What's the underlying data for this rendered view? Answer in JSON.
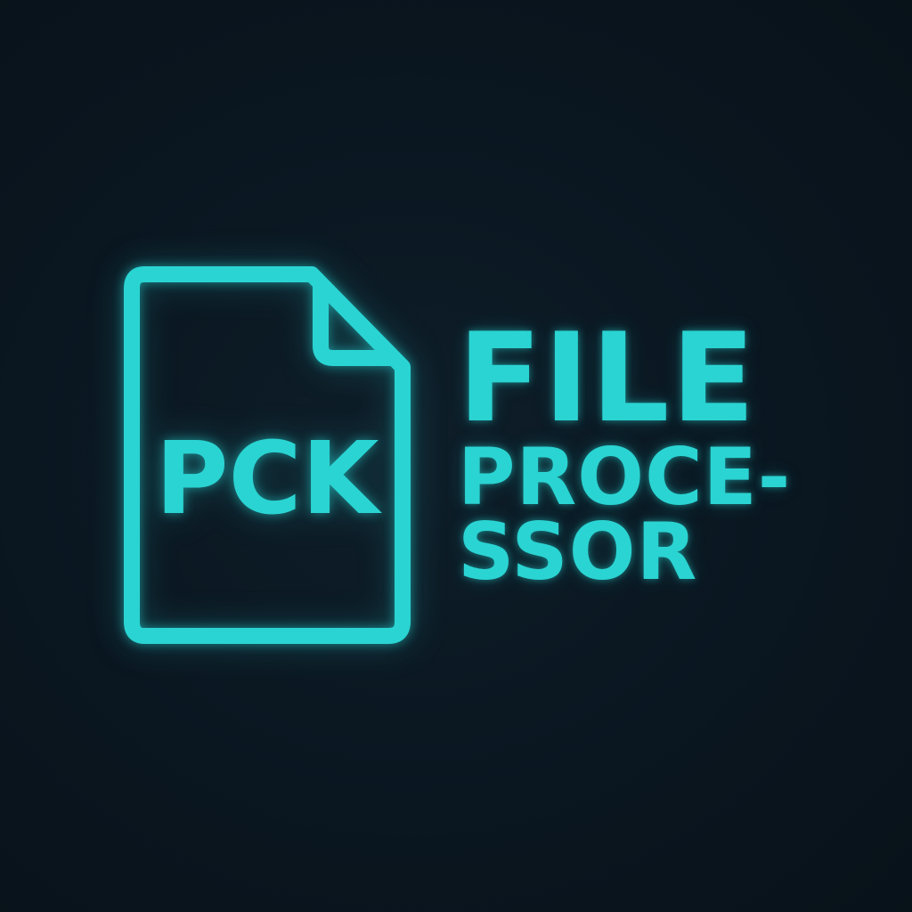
{
  "colors": {
    "background": "#0a1620",
    "accent": "#2ad4d2"
  },
  "logo": {
    "icon": "document-icon",
    "file_label": "PCK",
    "title_line1": "FILE",
    "title_line2": "PROCE-",
    "title_line3": "SSOR"
  }
}
